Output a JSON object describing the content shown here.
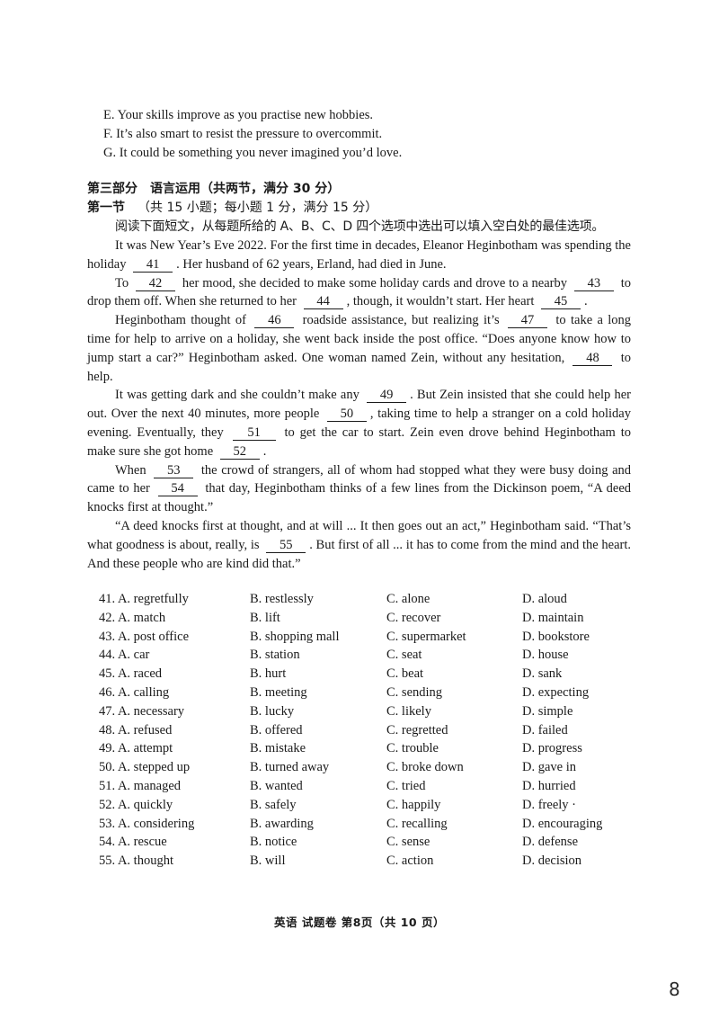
{
  "prev_options": [
    "E. Your skills improve as you practise new hobbies.",
    "F. It’s also smart to resist the pressure to overcommit.",
    "G. It could be something you never imagined you’d love."
  ],
  "section": {
    "part_title": "第三部分",
    "part_subtitle": "语言运用（共两节，满分 30 分）",
    "sub_title": "第一节",
    "sub_desc": "（共 15 小题；每小题 1 分，满分 15 分）",
    "instruction": "阅读下面短文，从每题所给的 A、B、C、D 四个选项中选出可以填入空白处的最佳选项。"
  },
  "passage": {
    "p1": {
      "t1": "It was New Year’s Eve 2022. For the first time in decades, Eleanor Heginbotham was spending the holiday",
      "b41": "41",
      "t2": ". Her husband of 62 years, Erland, had died in June."
    },
    "p2": {
      "t1": "To",
      "b42": "42",
      "t2": "her mood, she decided to make some holiday cards and drove to a nearby",
      "b43": "43",
      "t3": "to drop them off. When she returned to her",
      "b44": "44",
      "t4": ", though, it wouldn’t start. Her heart",
      "b45": "45",
      "t5": "."
    },
    "p3": {
      "t1": "Heginbotham thought of",
      "b46": "46",
      "t2": "roadside assistance, but realizing it’s",
      "b47": "47",
      "t3": "to take a long time for help to arrive on a holiday, she went back inside the post office. “Does anyone know how to jump start a car?” Heginbotham asked. One woman named Zein, without any hesitation,",
      "b48": "48",
      "t4": "to help."
    },
    "p4": {
      "t1": "It was getting dark and she couldn’t make any",
      "b49": "49",
      "t2": ". But Zein insisted that she could help her out. Over the next 40 minutes, more people",
      "b50": "50",
      "t3": ", taking time to help a stranger on a cold holiday evening. Eventually, they",
      "b51": "51",
      "t4": "to get the car to start. Zein even drove behind Heginbotham to make sure she got home",
      "b52": "52",
      "t5": "."
    },
    "p5": {
      "t1": "When",
      "b53": "53",
      "t2": "the crowd of strangers, all of whom had stopped what they were busy doing and came to her",
      "b54": "54",
      "t3": "that day, Heginbotham thinks of a few lines from the Dickinson poem, “A deed knocks first at thought.”"
    },
    "p6": {
      "t1": "“A deed knocks first at thought, and at will ... It then goes out an act,” Heginbotham said. “That’s what goodness is about, really, is",
      "b55": "55",
      "t2": ". But first of all ... it has to come from the mind and the heart. And these people who are kind did that.”"
    }
  },
  "options": [
    [
      "41. A. regretfully",
      "B. restlessly",
      "C. alone",
      "D. aloud"
    ],
    [
      "42. A. match",
      "B. lift",
      "C. recover",
      "D. maintain"
    ],
    [
      "43. A. post office",
      "B. shopping mall",
      "C. supermarket",
      "D. bookstore"
    ],
    [
      "44. A. car",
      "B. station",
      "C. seat",
      "D. house"
    ],
    [
      "45. A. raced",
      "B. hurt",
      "C. beat",
      "D. sank"
    ],
    [
      "46. A. calling",
      "B. meeting",
      "C. sending",
      "D. expecting"
    ],
    [
      "47. A. necessary",
      "B. lucky",
      "C. likely",
      "D. simple"
    ],
    [
      "48. A. refused",
      "B. offered",
      "C. regretted",
      "D. failed"
    ],
    [
      "49. A. attempt",
      "B. mistake",
      "C. trouble",
      "D. progress"
    ],
    [
      "50. A. stepped up",
      "B. turned away",
      "C. broke down",
      "D. gave in"
    ],
    [
      "51. A. managed",
      "B. wanted",
      "C. tried",
      "D. hurried"
    ],
    [
      "52. A. quickly",
      "B. safely",
      "C. happily",
      "D. freely ·"
    ],
    [
      "53. A. considering",
      "B. awarding",
      "C. recalling",
      "D. encouraging"
    ],
    [
      "54. A. rescue",
      "B. notice",
      "C. sense",
      "D. defense"
    ],
    [
      "55. A. thought",
      "B. will",
      "C. action",
      "D. decision"
    ]
  ],
  "footer": {
    "text": "英语 试题卷 第8页（共 10 页）"
  },
  "page_number": "8"
}
